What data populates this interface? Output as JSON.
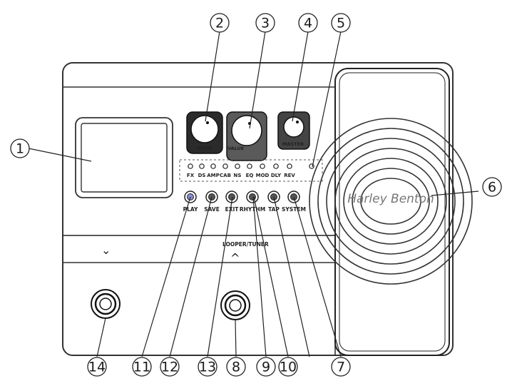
{
  "callouts": [
    "1",
    "2",
    "3",
    "4",
    "5",
    "6",
    "7",
    "8",
    "9",
    "10",
    "11",
    "12",
    "13",
    "14"
  ],
  "knobs": {
    "knob1_label": "MODE",
    "knob2_label": "VALUE",
    "knob3_label": "MASTER"
  },
  "leds": [
    "FX",
    "DS",
    "AMP",
    "CAB",
    "NS",
    "EQ",
    "MOD",
    "DLY",
    "REV"
  ],
  "buttons": [
    "PLAY",
    "SAVE",
    "EXIT",
    "RHYTHM",
    "TAP",
    "SYSTEM"
  ],
  "footswitch": {
    "center_label": "LOOPER/TUNER",
    "down_arrow": "⌄",
    "up_arrow": "^"
  },
  "pedal": {
    "brand": "Harley Benton"
  }
}
